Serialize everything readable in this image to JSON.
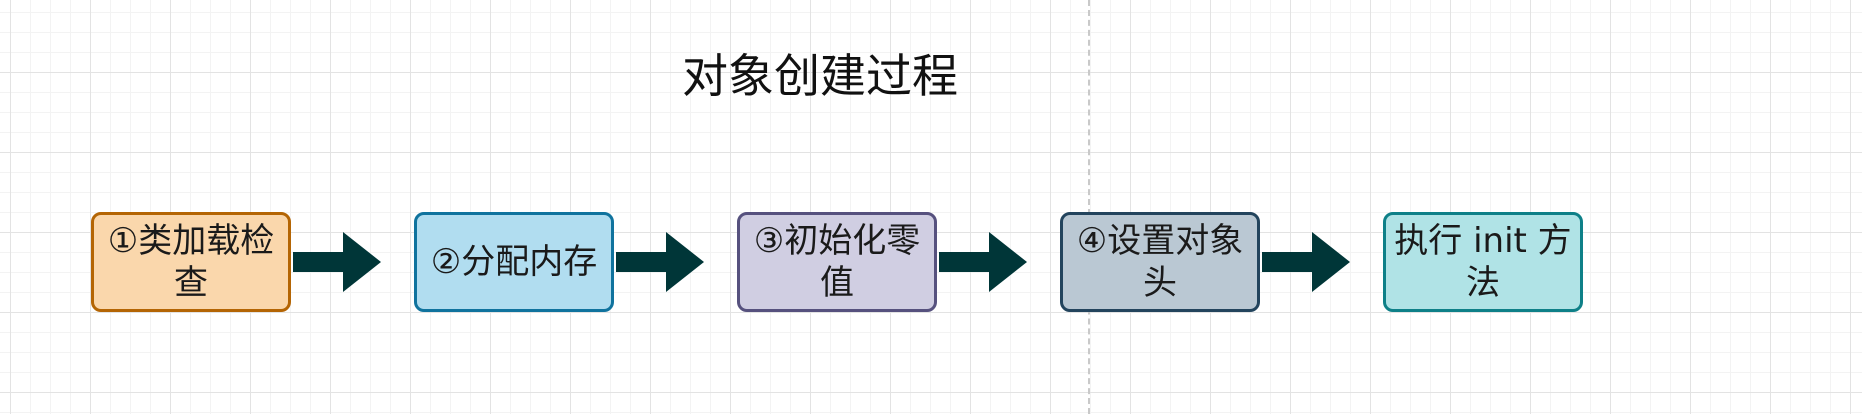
{
  "diagram": {
    "title": "对象创建过程",
    "steps": [
      {
        "label": "①类加载检查",
        "fill": "#fad7ac",
        "stroke": "#b46504"
      },
      {
        "label": "②分配内存",
        "fill": "#b1ddf0",
        "stroke": "#10739e"
      },
      {
        "label": "③初始化零值",
        "fill": "#d0cee2",
        "stroke": "#56517e"
      },
      {
        "label": "④设置对象头",
        "fill": "#bac8d3",
        "stroke": "#23445d"
      },
      {
        "label": "执行 init 方法",
        "fill": "#b0e3e6",
        "stroke": "#0e8088"
      }
    ],
    "arrow_color": "#003638"
  }
}
